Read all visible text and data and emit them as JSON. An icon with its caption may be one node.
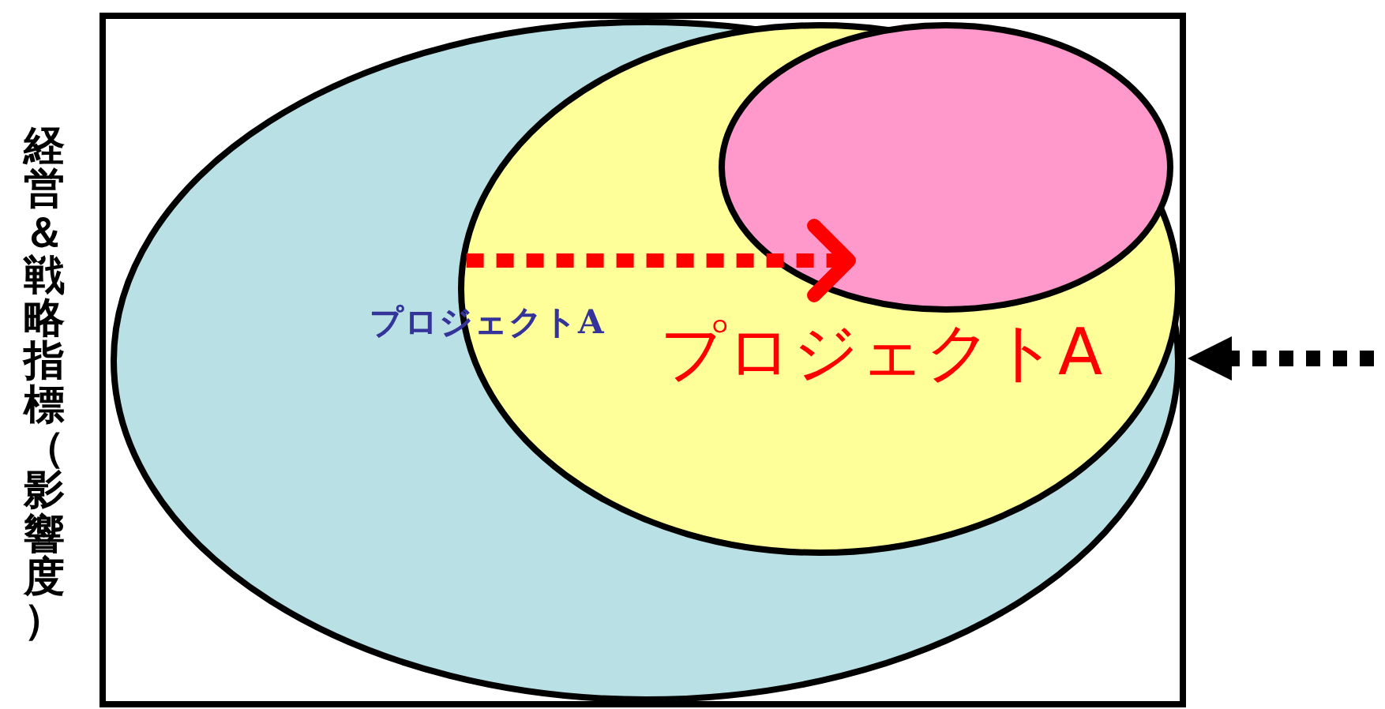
{
  "diagram": {
    "nodes": [
      {
        "text": [],
        "shape": "box"
      },
      {
        "text": [],
        "shape": "ellipse",
        "in": 0
      },
      {
        "text": [],
        "shape": "ellipse",
        "in": 1
      },
      {
        "text": [],
        "shape": "ellipse",
        "in": 2
      }
    ],
    "edges": [
      {
        "from": 2,
        "to": 3,
        "arrow": "to",
        "style": "dashed",
        "color": "#ff0000"
      },
      {
        "from": null,
        "to": 0,
        "arrow": "to",
        "style": "dashed",
        "color": "#000000"
      }
    ],
    "labels": [
      "経営＆戦略指標（影響度）",
      "プロジェクトA",
      "プロジェクトA"
    ]
  }
}
